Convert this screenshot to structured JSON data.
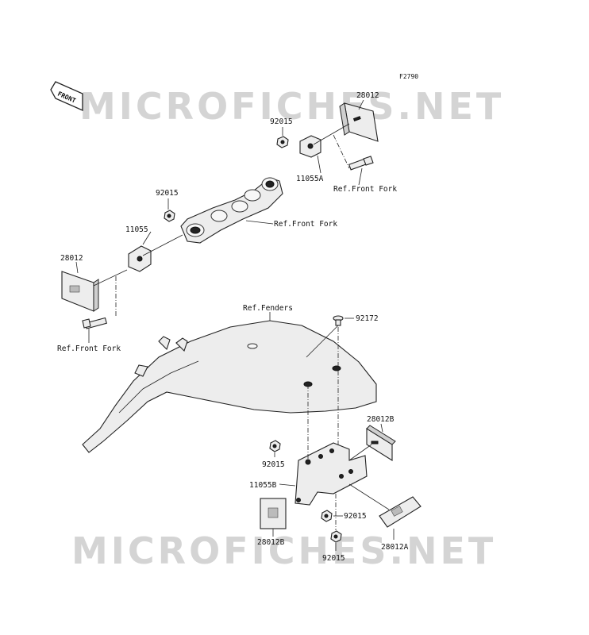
{
  "figure_code": "F2790",
  "watermark": "MICROFICHES.NET",
  "front_arrow_label": "FRONT",
  "labels": {
    "p28012_top": "28012",
    "p92015_top": "92015",
    "p11055A": "11055A",
    "ref_front_fork_top": "Ref.Front Fork",
    "p92015_mid": "92015",
    "p11055": "11055",
    "ref_front_fork_mid": "Ref.Front Fork",
    "p28012_left": "28012",
    "ref_front_fork_left": "Ref.Front Fork",
    "ref_fenders": "Ref.Fenders",
    "p92172": "92172",
    "p28012B_right": "28012B",
    "p92015_low": "92015",
    "p11055B": "11055B",
    "p92015_bottom_right": "92015",
    "p28012B_bottom": "28012B",
    "p28012A": "28012A",
    "p92015_bottom": "92015"
  }
}
